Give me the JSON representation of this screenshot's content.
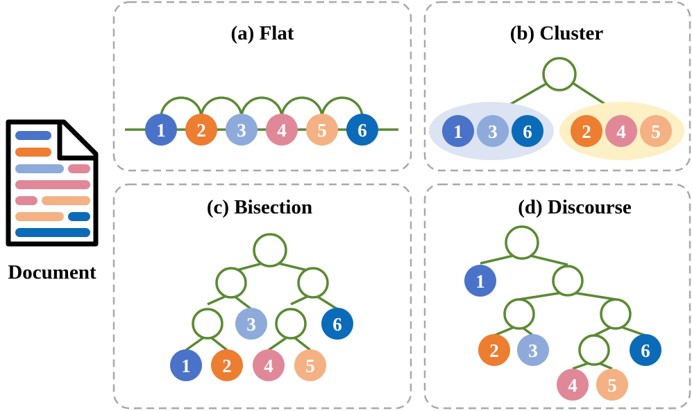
{
  "document": {
    "label": "Document"
  },
  "panels": {
    "flat": {
      "title": "(a) Flat"
    },
    "cluster": {
      "title": "(b) Cluster"
    },
    "bisection": {
      "title": "(c) Bisection"
    },
    "discourse": {
      "title": "(d) Discourse"
    }
  },
  "nodes": {
    "n1": "1",
    "n2": "2",
    "n3": "3",
    "n4": "4",
    "n5": "5",
    "n6": "6"
  },
  "colors": {
    "n1": "#4a72c8",
    "n2": "#ed7d31",
    "n3": "#8eaadb",
    "n4": "#e08898",
    "n5": "#f4b183",
    "n6": "#0b6bb8",
    "edge": "#5a8a32",
    "cluster_blue": "#dce3f3",
    "cluster_yellow": "#fdf0c4"
  }
}
